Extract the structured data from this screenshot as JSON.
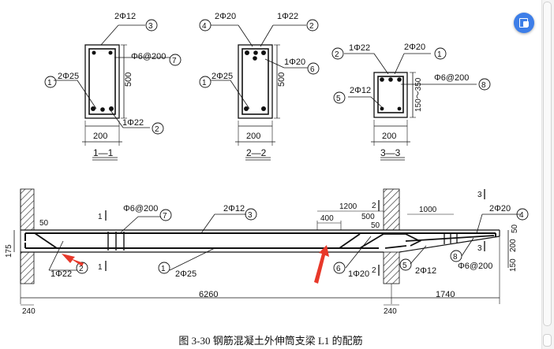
{
  "figure": {
    "caption": "图 3-30   钢筋混凝土外伸筒支梁 L1 的配筋",
    "sections": [
      {
        "title": "1—1",
        "width": "200",
        "height": "500",
        "bars": [
          {
            "label": "2Φ12",
            "mark": "3"
          },
          {
            "label": "Φ6@200",
            "mark": "7"
          },
          {
            "label": "2Φ25",
            "mark": "1"
          },
          {
            "label": "1Φ22",
            "mark": "2"
          }
        ]
      },
      {
        "title": "2—2",
        "width": "200",
        "height": "500",
        "bars": [
          {
            "label": "2Φ20",
            "mark": "4"
          },
          {
            "label": "1Φ22",
            "mark": "2"
          },
          {
            "label": "1Φ20",
            "mark": "6"
          },
          {
            "label": "2Φ25",
            "mark": "1"
          }
        ]
      },
      {
        "title": "3—3",
        "width": "200",
        "height": "150～350",
        "bars": [
          {
            "label": "1Φ22",
            "mark": "2"
          },
          {
            "label": "2Φ20",
            "mark": "1"
          },
          {
            "label": "Φ6@200",
            "mark": "8"
          },
          {
            "label": "2Φ12",
            "mark": "5"
          }
        ]
      }
    ],
    "elevation": {
      "bars": [
        {
          "label": "Φ6@200",
          "mark": "7"
        },
        {
          "label": "2Φ12",
          "mark": "3"
        },
        {
          "label": "2Φ20",
          "mark": "4"
        },
        {
          "label": "1Φ22",
          "mark": "2"
        },
        {
          "label": "2Φ25",
          "mark": "1"
        },
        {
          "label": "1Φ20",
          "mark": "6"
        },
        {
          "label": "2Φ12",
          "mark": "5"
        },
        {
          "label": "Φ6@200",
          "mark": "8"
        }
      ],
      "dims": {
        "d50a": "50",
        "d175": "175",
        "d400": "400",
        "d1200": "1200",
        "d500": "500",
        "d50b": "50",
        "d1000": "1000",
        "d50c": "50",
        "d200": "200",
        "d150": "150",
        "d6260": "6260",
        "d1740": "1740",
        "d240a": "240",
        "d240b": "240"
      },
      "section_marks": {
        "s1": "1",
        "s2": "2",
        "s3": "3"
      }
    }
  },
  "colors": {
    "line": "#111111",
    "annotation_arrow": "#e8382a",
    "tool_button": "#3d7ee8"
  }
}
